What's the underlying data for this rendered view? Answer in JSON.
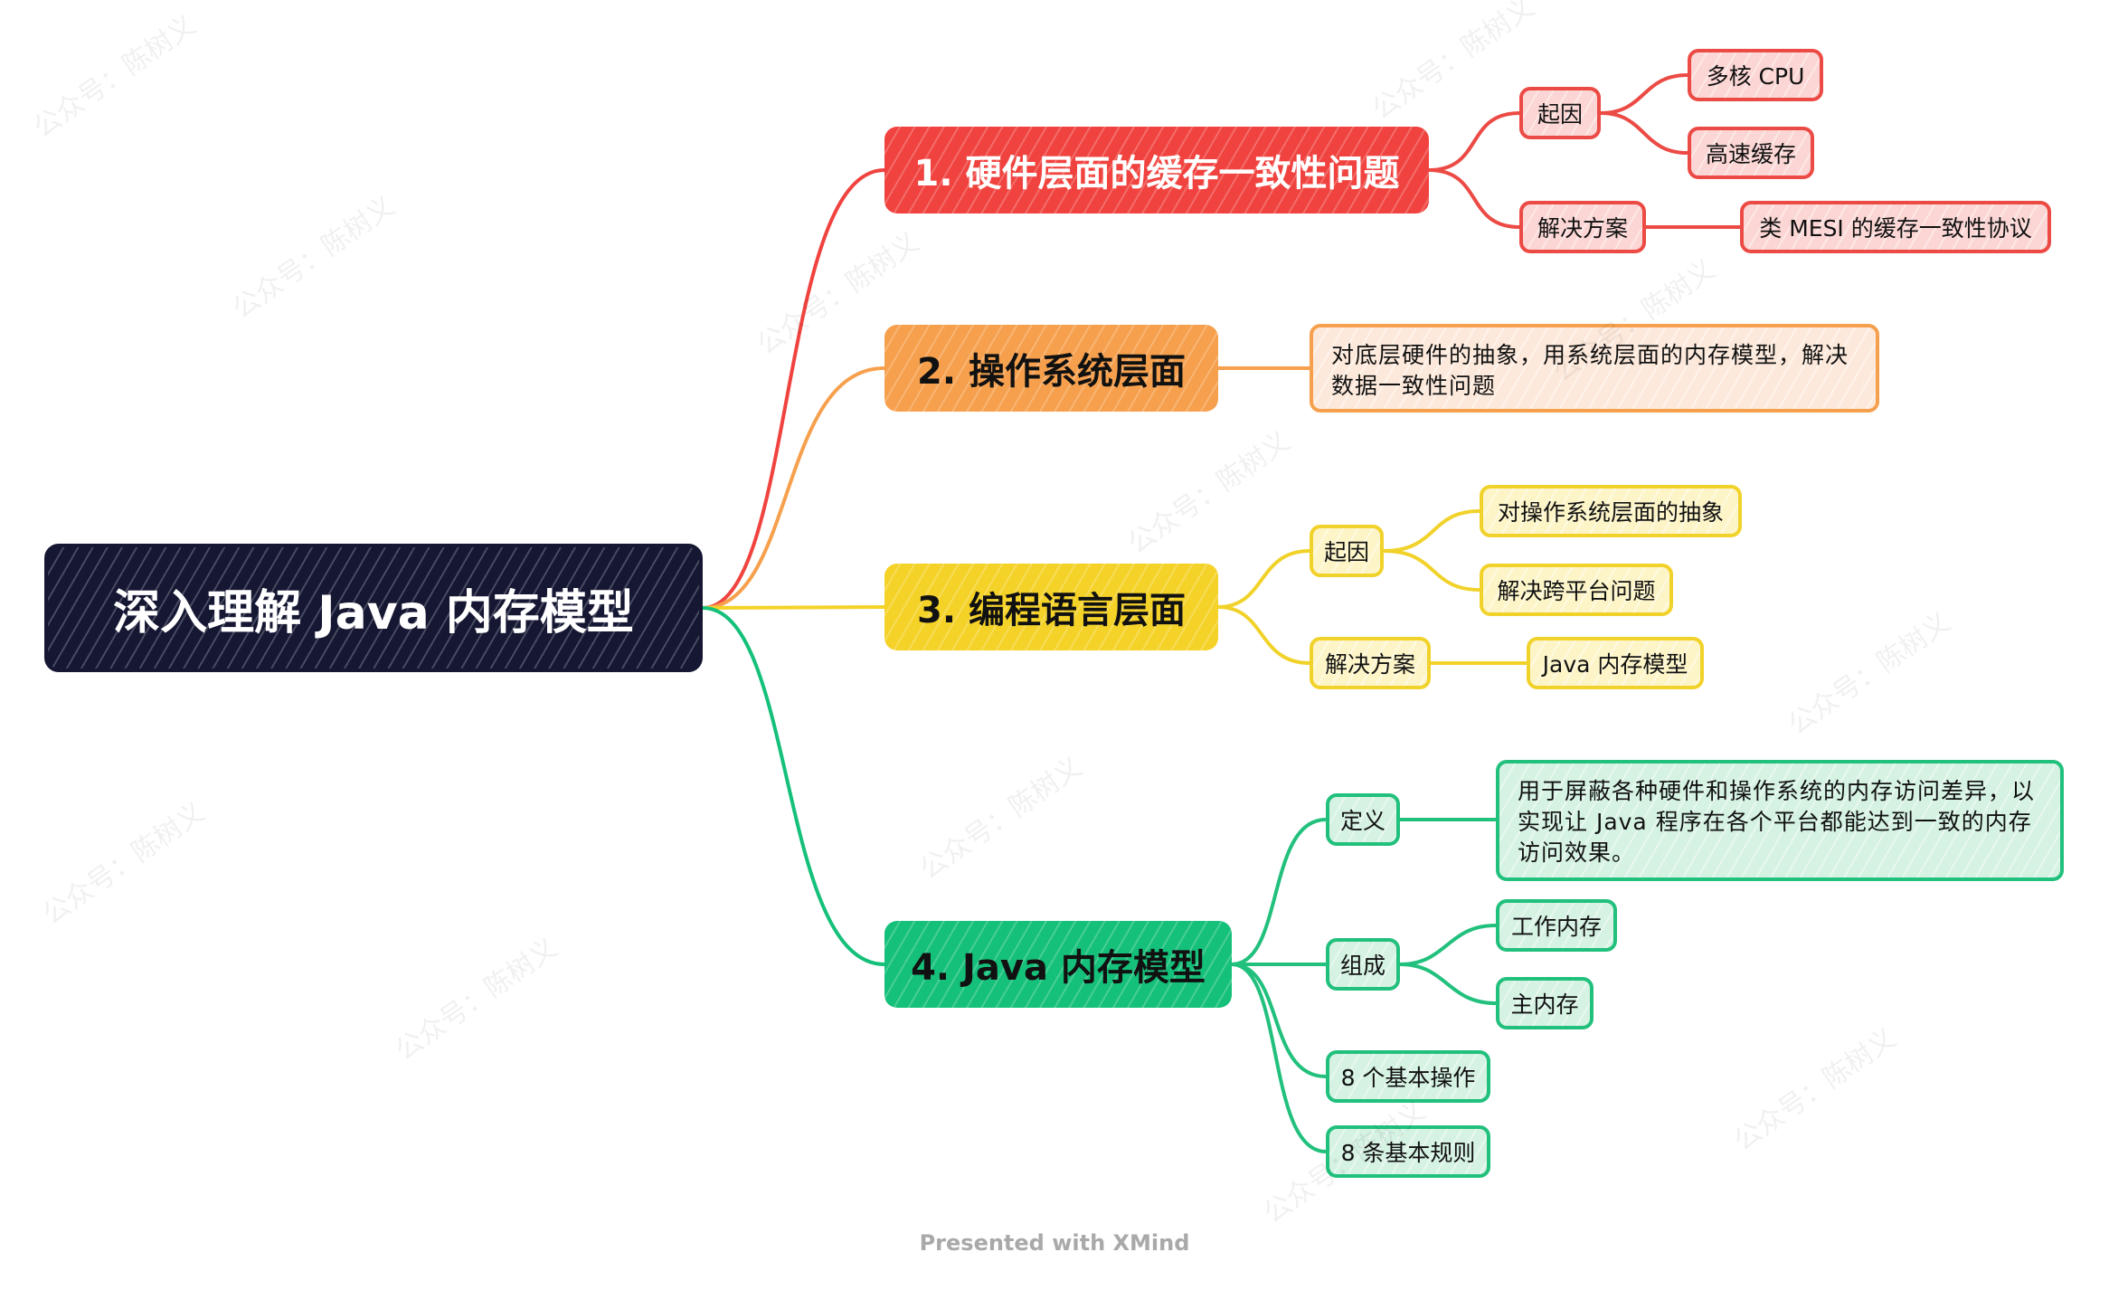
{
  "root": {
    "title": "深入理解 Java 内存模型"
  },
  "branches": [
    {
      "title": "1. 硬件层面的缓存一致性问题",
      "cause": {
        "label": "起因",
        "items": [
          "多核 CPU",
          "高速缓存"
        ]
      },
      "solution": {
        "label": "解决方案",
        "items": [
          "类 MESI 的缓存一致性协议"
        ]
      }
    },
    {
      "title": "2. 操作系统层面",
      "note": "对底层硬件的抽象，用系统层面的内存模型，解决数据一致性问题"
    },
    {
      "title": "3. 编程语言层面",
      "cause": {
        "label": "起因",
        "items": [
          "对操作系统层面的抽象",
          "解决跨平台问题"
        ]
      },
      "solution": {
        "label": "解决方案",
        "items": [
          "Java 内存模型"
        ]
      }
    },
    {
      "title": "4. Java 内存模型",
      "definition": {
        "label": "定义",
        "text": "用于屏蔽各种硬件和操作系统的内存访问差异，以实现让 Java 程序在各个平台都能达到一致的内存访问效果。"
      },
      "composition": {
        "label": "组成",
        "items": [
          "工作内存",
          "主内存"
        ]
      },
      "operations": "8 个基本操作",
      "rules": "8 条基本规则"
    }
  ],
  "watermark": "公众号：陈树义",
  "footer": "Presented with XMind",
  "colors": {
    "red": "#f0433f",
    "orange": "#f6a04d",
    "yellow": "#f5d228",
    "green": "#15c07a",
    "root": "#151733"
  }
}
